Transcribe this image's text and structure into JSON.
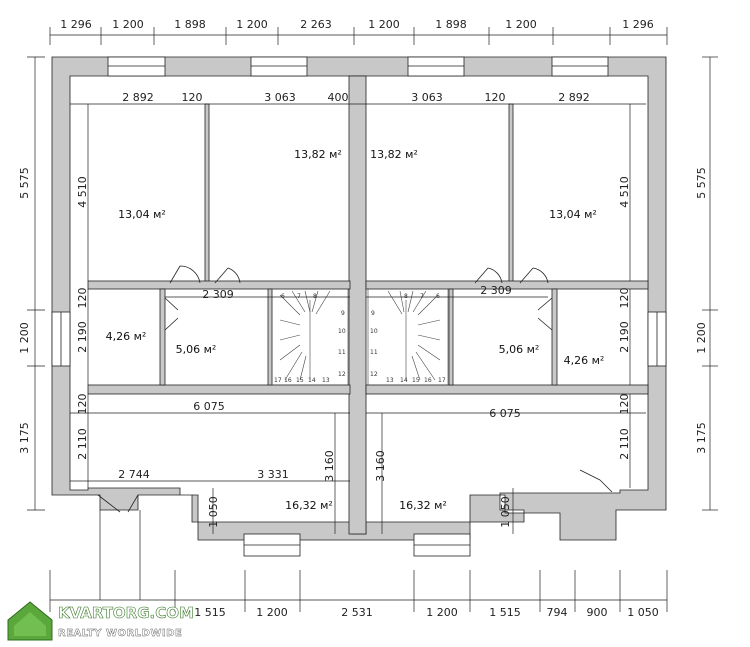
{
  "plan": {
    "dims_top": [
      "1 296",
      "1 200",
      "1 898",
      "1 200",
      "2 263",
      "1 200",
      "1 898",
      "1 200",
      "1 296"
    ],
    "dims_bottom": [
      "1 515",
      "1 200",
      "2 531",
      "1 200",
      "1 515",
      "794",
      "900",
      "1 050"
    ],
    "dims_left": [
      "5 575",
      "1 200",
      "3 175"
    ],
    "dims_right": [
      "5 575",
      "1 200",
      "3 175"
    ],
    "inner": {
      "top_row_left": [
        "2 892",
        "120",
        "3 063",
        "400"
      ],
      "top_row_right": [
        "3 063",
        "120",
        "2 892"
      ],
      "bedroom_height_left": "4 510",
      "bedroom_height_right": "4 510",
      "bath_height_left": "2 190",
      "bath_height_right": "2 190",
      "wall_left_a": "120",
      "wall_left_b": "120",
      "wall_right_a": "120",
      "wall_right_b": "120",
      "hall_left": "2 309",
      "hall_right": "2 309",
      "lower_width_left": "6 075",
      "lower_width_right": "6 075",
      "lower_height_left": "2 110",
      "lower_height_right": "2 110",
      "lower_bottom_left_a": "2 744",
      "lower_bottom_left_b": "3 331",
      "stair_height_left": "3 160",
      "stair_height_right": "3 160",
      "bay_left": "1 050",
      "bay_right": "1 050"
    },
    "rooms": {
      "bed_1": "13,04 м²",
      "bed_2": "13,82 м²",
      "bed_3": "13,82 м²",
      "bed_4": "13,04 м²",
      "bath_1": "4,26 м²",
      "hall_1": "5,06 м²",
      "hall_2": "5,06 м²",
      "bath_2": "4,26 м²",
      "living_1": "16,32 м²",
      "living_2": "16,32 м²"
    },
    "stair_steps_left": [
      "6",
      "7",
      "8",
      "9",
      "10",
      "11",
      "12",
      "13",
      "14",
      "15",
      "16",
      "17"
    ],
    "stair_steps_right": [
      "6",
      "7",
      "8",
      "9",
      "10",
      "11",
      "12",
      "13",
      "14",
      "15",
      "16",
      "17"
    ]
  },
  "watermark": {
    "brand": "KVARTORG.COM",
    "tagline": "REALTY WORLDWIDE"
  },
  "colors": {
    "wall": "#c8c8c8",
    "line": "#222222",
    "logo_green": "#5aa83c"
  }
}
